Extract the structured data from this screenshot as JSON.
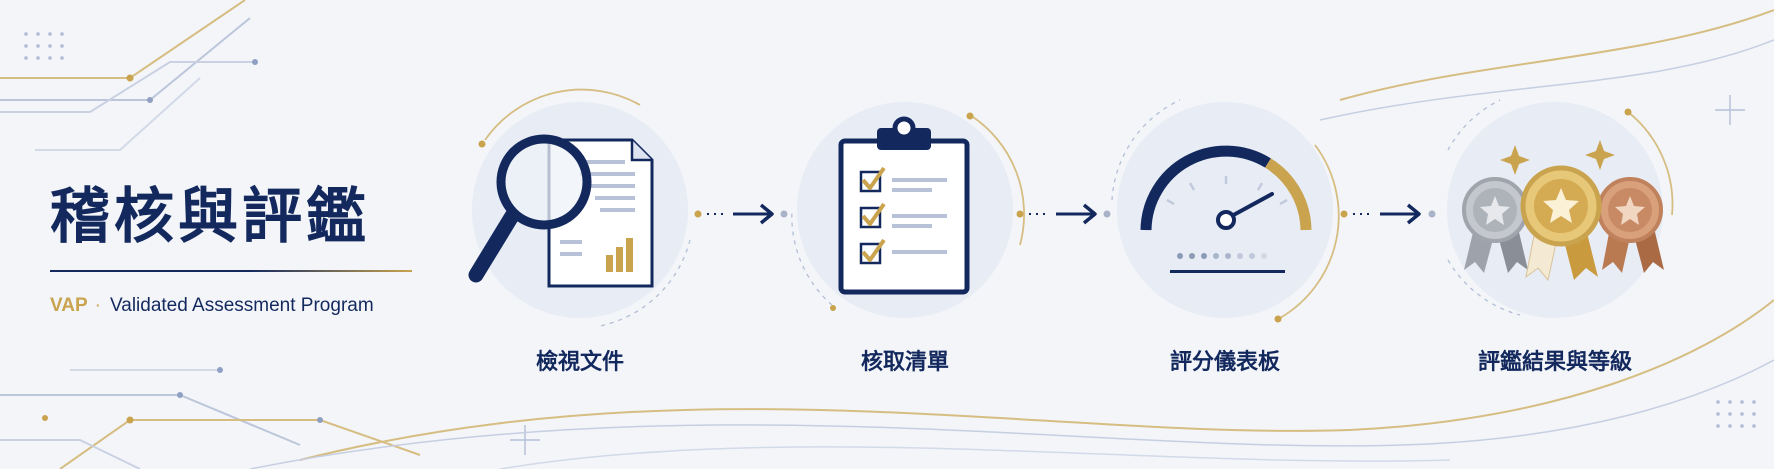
{
  "header": {
    "title": "稽核與評鑑",
    "subtitle_code": "VAP",
    "subtitle_separator": "·",
    "subtitle_name": "Validated Assessment Program"
  },
  "steps": [
    {
      "label": "檢視文件",
      "icon": "magnifier-document-icon"
    },
    {
      "label": "核取清單",
      "icon": "clipboard-checklist-icon"
    },
    {
      "label": "評分儀表板",
      "icon": "gauge-dashboard-icon"
    },
    {
      "label": "評鑑結果與等級",
      "icon": "award-medals-icon"
    }
  ],
  "colors": {
    "navy": "#13295e",
    "gold": "#c9a34e",
    "background": "#f3f5f9",
    "circle_fill": "#e4e9f3",
    "line_gray": "#b3bfd6",
    "silver": "#a6a9b0",
    "bronze": "#c58b63"
  }
}
